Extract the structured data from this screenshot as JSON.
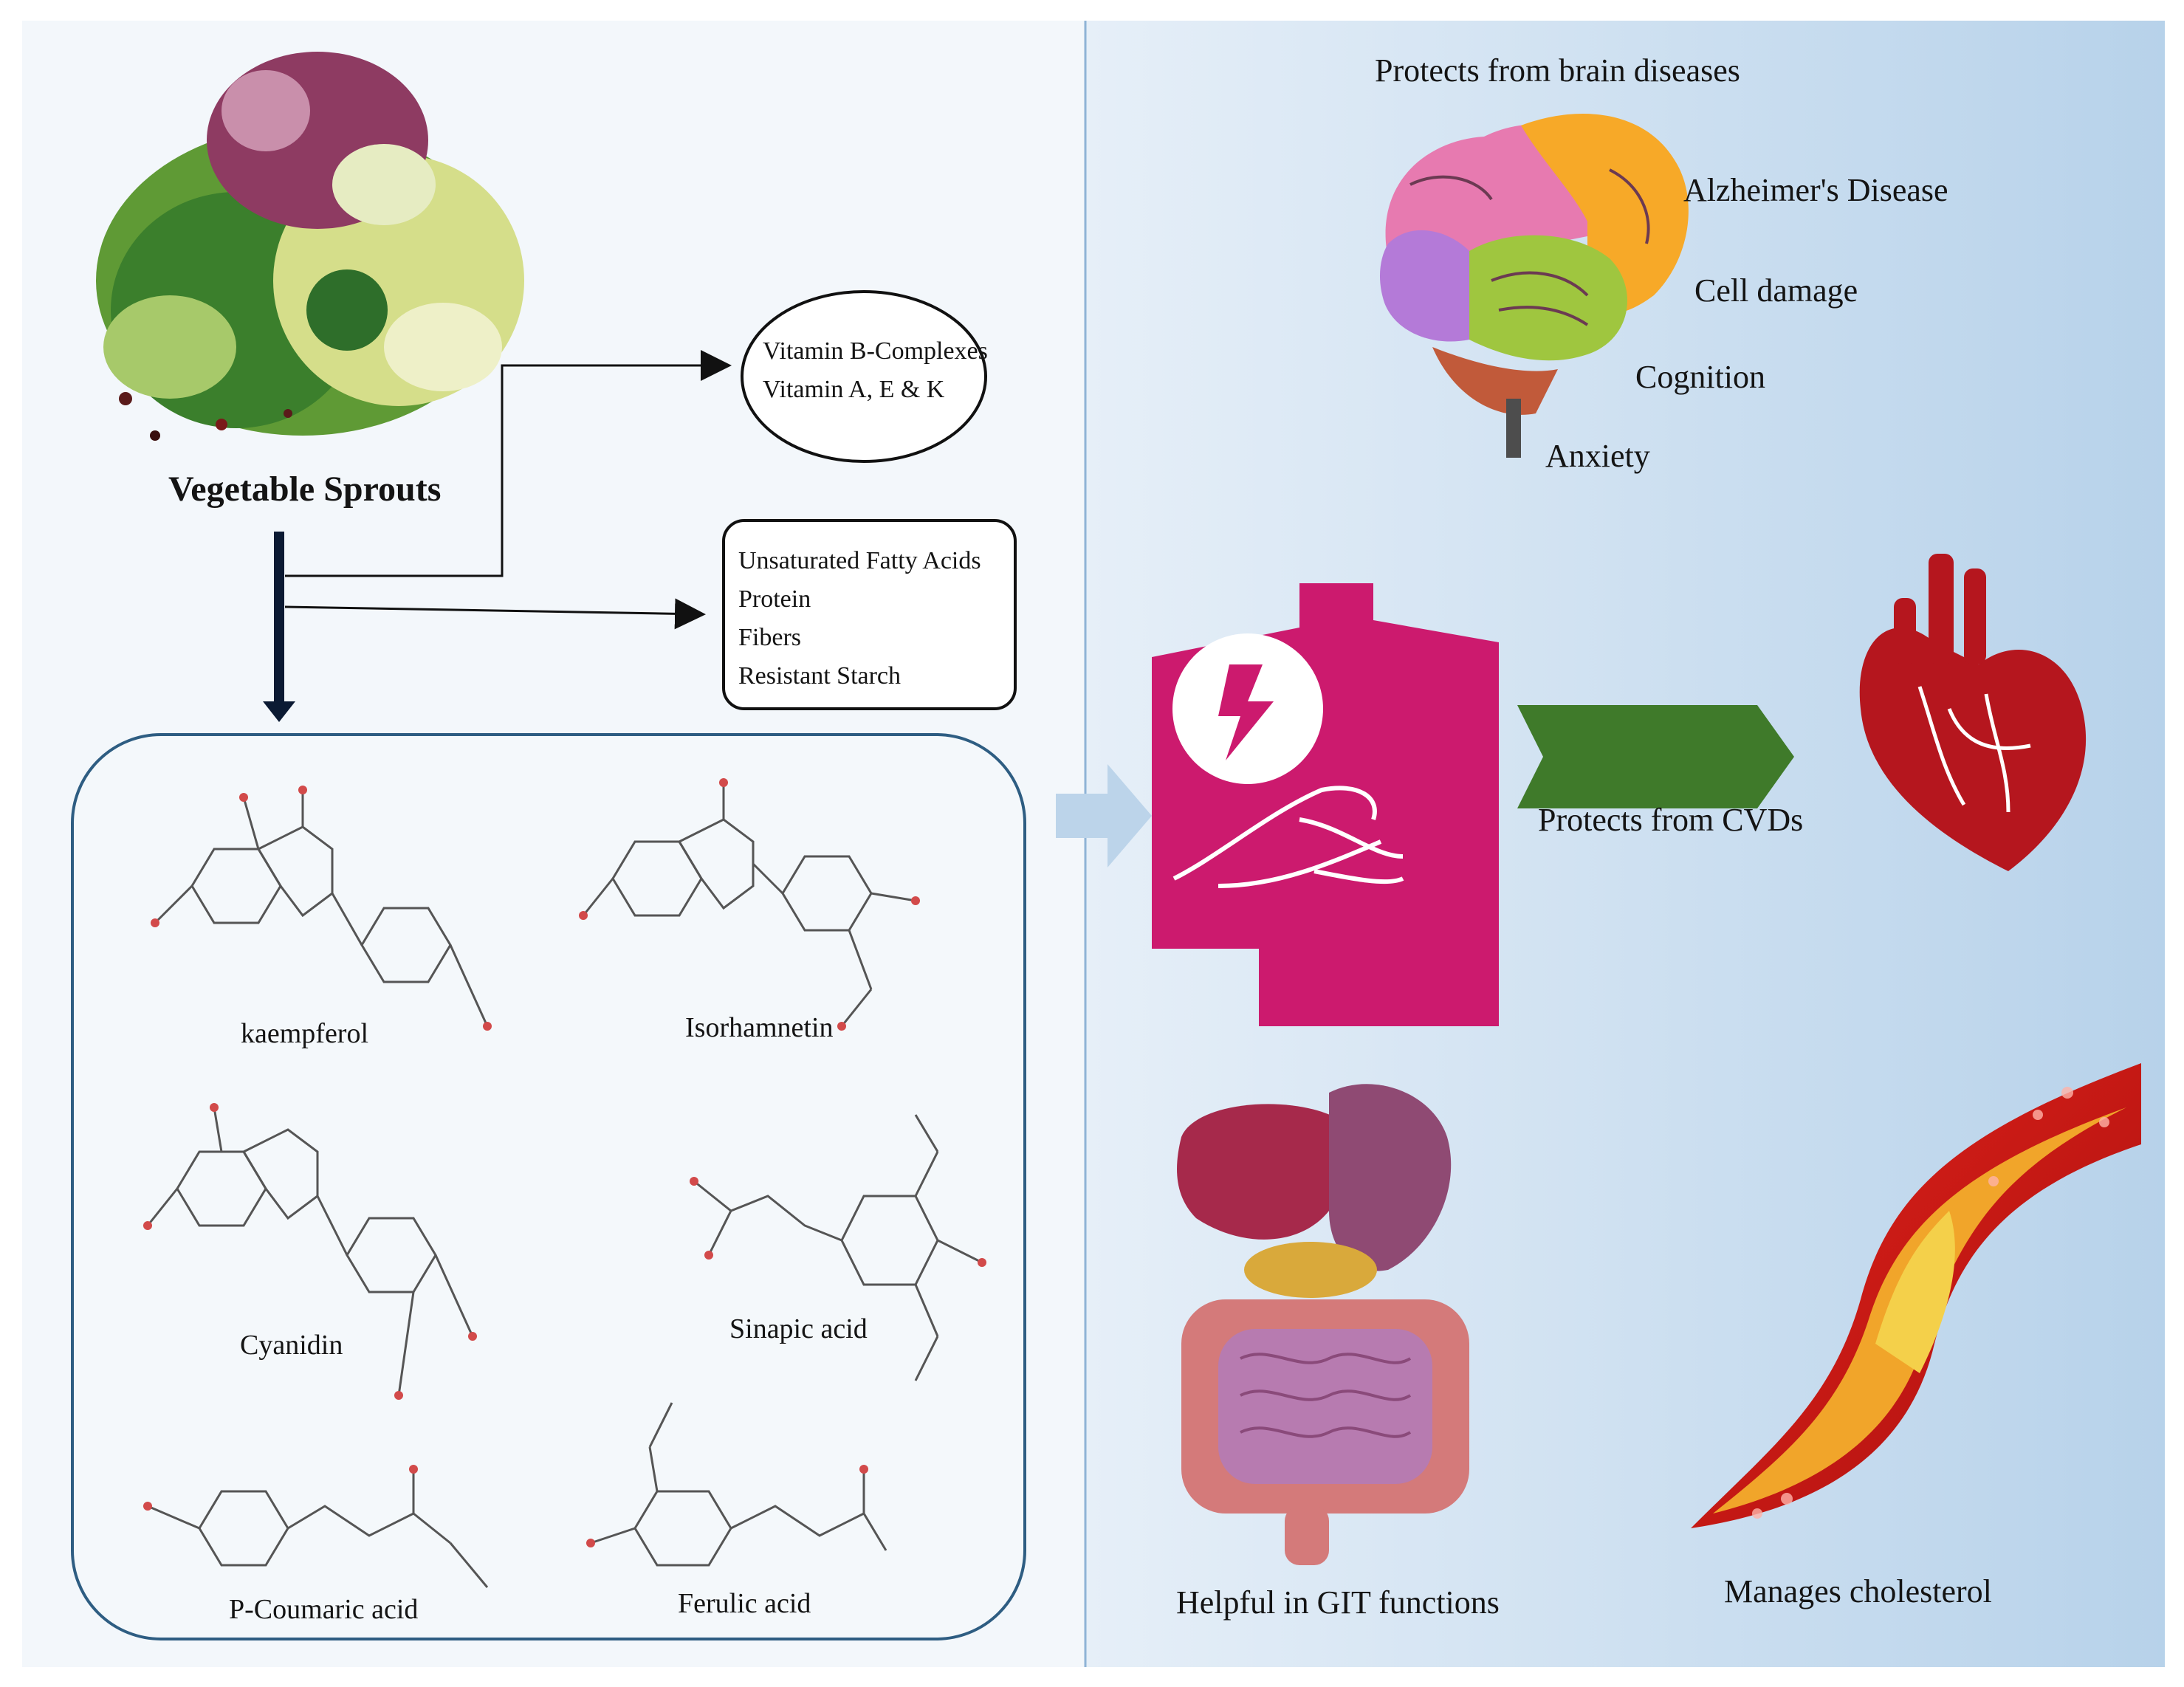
{
  "sprouts": {
    "title": "Vegetable Sprouts"
  },
  "vitamins": {
    "line1": "Vitamin B-Complexes",
    "line2": "Vitamin A, E & K"
  },
  "nutrients": {
    "items": [
      "Unsaturated Fatty Acids",
      "Protein",
      "Fibers",
      "Resistant Starch"
    ]
  },
  "compounds": {
    "kaempferol": "kaempferol",
    "isorhamnetin": "Isorhamnetin",
    "cyanidin": "Cyanidin",
    "sinapic": "Sinapic acid",
    "coumaric": "P-Coumaric acid",
    "ferulic": "Ferulic acid"
  },
  "brain": {
    "title": "Protects from brain diseases",
    "items": [
      "Alzheimer's Disease",
      "Cell damage",
      "Cognition",
      "Anxiety"
    ]
  },
  "heart": {
    "label": "Protects from CVDs"
  },
  "git": {
    "label": "Helpful in GIT functions"
  },
  "cholesterol": {
    "label": "Manages cholesterol"
  },
  "colors": {
    "panel_left": "#f3f7fb",
    "panel_right": "#bcd6ec",
    "magenta": "#cc1a6e",
    "green_arrow": "#3f7a2a",
    "heart_red": "#b5161e",
    "flow_arrow": "#bcd4ea"
  }
}
